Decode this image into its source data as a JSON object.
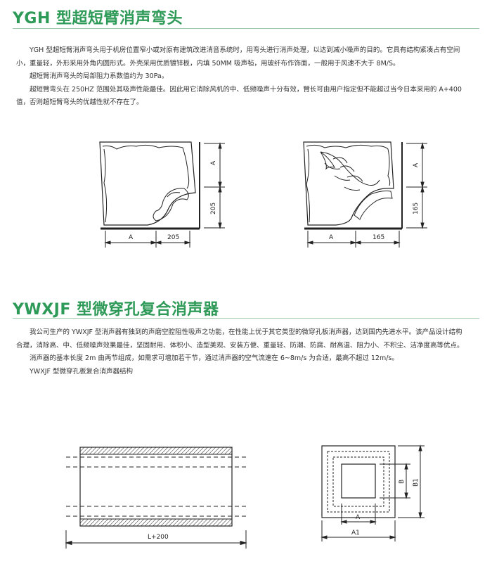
{
  "section1": {
    "title": "YGH 型超短臂消声弯头",
    "paragraphs": [
      "YGH 型超短臂消声弯头用于机房位置窄小或对原有建筑改进消音系统时，用弯头进行消声处理，以达到减小噪声的目的。它具有结构紧凑占有空间小，重量轻，外形采用外角内圆形式。外壳采用优质镀锌板，内填 50MM 吸声毡，用玻纤布作饰面，一般用于风速不大于 8M/S。",
      "超短臂消声弯头的局部阻力系数值约为 30Pa。",
      "超短臂弯头在 250HZ 范围处其吸声性能最佳。因此用它消除风机的中、低频噪声十分有效，臂长可由用户指定但不能超过当今日本采用的 A+400 值，否则超短臂弯头的优越性就不存在了。"
    ],
    "diagram_left": {
      "dim_a_h": "A",
      "dim_b_h": "205",
      "dim_a_v": "A",
      "dim_b_v": "205"
    },
    "diagram_right": {
      "dim_a_h": "A",
      "dim_b_h": "165",
      "dim_a_v": "A",
      "dim_b_v": "165"
    }
  },
  "section2": {
    "title": "YWXJF 型微穿孔复合消声器",
    "paragraphs": [
      "我公司生产的 YWXJF 型消声器有独到的声磨空腔阻性吸声之功能，在性能上优于其它类型的微穿孔板消声器，达到国内先进水平。该产品设计结构合理，消除高、中、低频噪声效果最佳，坚固耐用、体积小、造型美观、安装方便、重量轻、防潮、防腐、耐高温、阻力小、不积尘、洁净度高等优点。",
      "消声器的基本长度 2m 由两节组成，如需求可增加若干节，通过消声器的空气流速在 6~8m/s 为合适，最高不超过 12m/s。",
      "YWXJF 型微穿孔板复合消声器结构"
    ],
    "diagram_side": {
      "dim_length": "L+200"
    },
    "diagram_section": {
      "dim_a": "A",
      "dim_a1": "A1",
      "dim_b": "B",
      "dim_b1": "B1"
    }
  }
}
